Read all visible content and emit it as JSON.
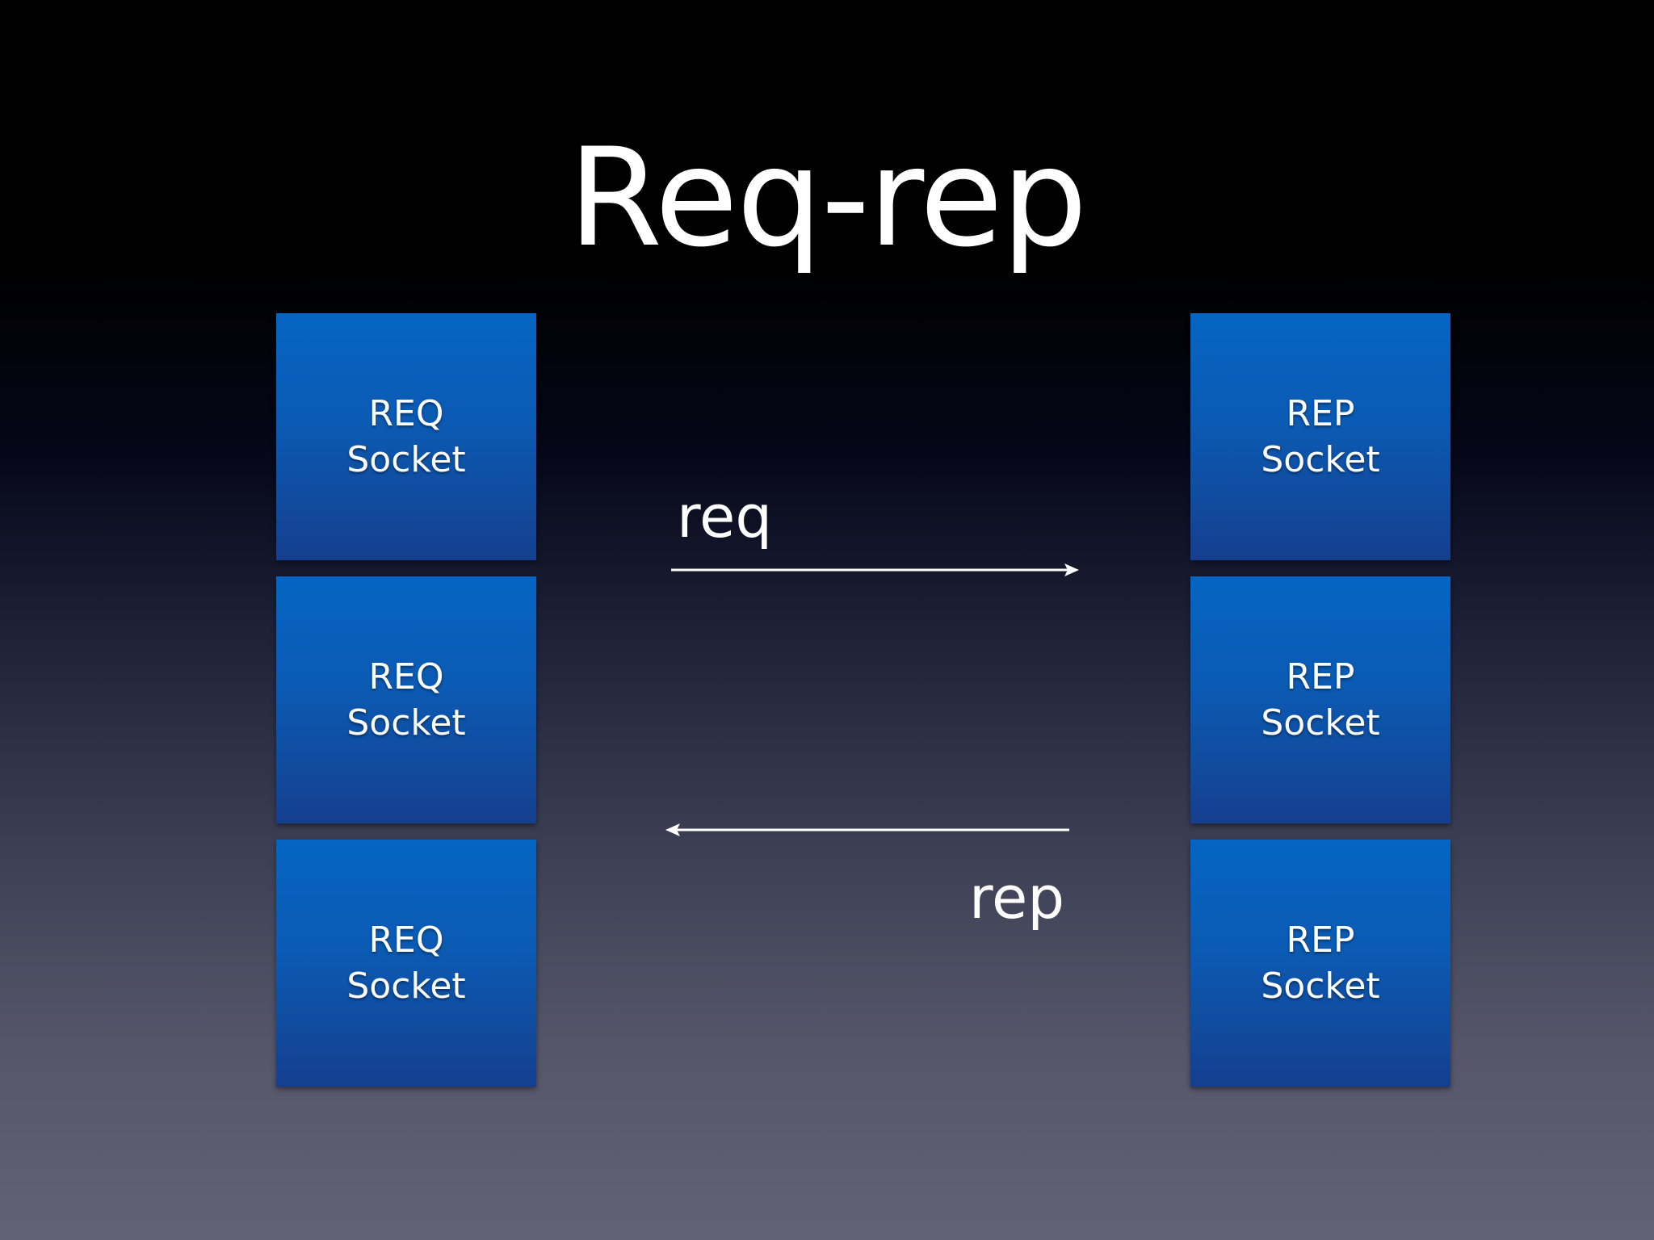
{
  "title": "Req-rep",
  "left_column": [
    {
      "line1": "REQ",
      "line2": "Socket"
    },
    {
      "line1": "REQ",
      "line2": "Socket"
    },
    {
      "line1": "REQ",
      "line2": "Socket"
    }
  ],
  "right_column": [
    {
      "line1": "REP",
      "line2": "Socket"
    },
    {
      "line1": "REP",
      "line2": "Socket"
    },
    {
      "line1": "REP",
      "line2": "Socket"
    }
  ],
  "arrows": {
    "request_label": "req",
    "reply_label": "rep"
  },
  "colors": {
    "box_top": "#0565c3",
    "box_bottom": "#153f8e",
    "text": "#ffffff",
    "background_top": "#000000",
    "background_bottom": "#616275"
  }
}
